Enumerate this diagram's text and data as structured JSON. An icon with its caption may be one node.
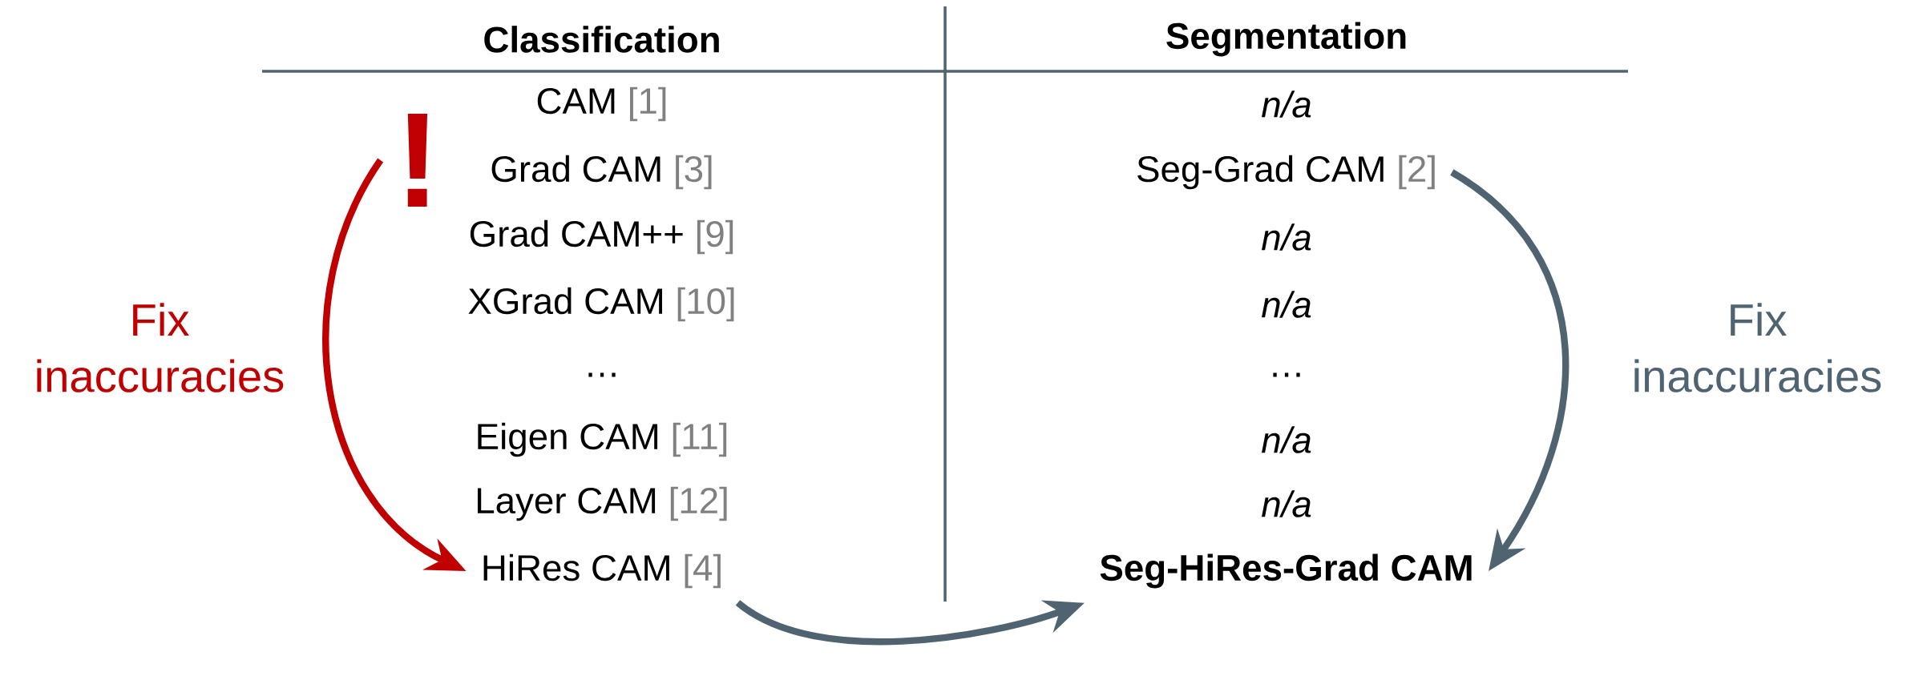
{
  "diagram": {
    "nodes": [
      {
        "text": [
          "!"
        ]
      },
      {
        "text": [
          "Grad CAM",
          "[3]"
        ]
      },
      {
        "text": [
          "Seg-Grad CAM",
          "[2]"
        ]
      },
      {
        "text": [
          "HiRes CAM",
          "[4]"
        ]
      },
      {
        "text": [
          "Seg-HiRes-Grad CAM"
        ]
      }
    ],
    "edges": [
      {
        "from": 0,
        "to": 3,
        "arrow": "to",
        "label": "Fix inaccuracies",
        "color": "#c00000"
      },
      {
        "from": 2,
        "to": 4,
        "arrow": "to",
        "label": "Fix inaccuracies"
      },
      {
        "from": 3,
        "to": 4,
        "arrow": "to"
      }
    ],
    "labels": [
      "Classification",
      "Segmentation",
      "CAM",
      "[1]",
      "n/a",
      "Grad CAM++",
      "[9]",
      "n/a",
      "XGrad CAM",
      "[10]",
      "n/a",
      "…",
      "…",
      "Eigen CAM",
      "[11]",
      "n/a",
      "Layer CAM",
      "[12]",
      "n/a"
    ]
  }
}
